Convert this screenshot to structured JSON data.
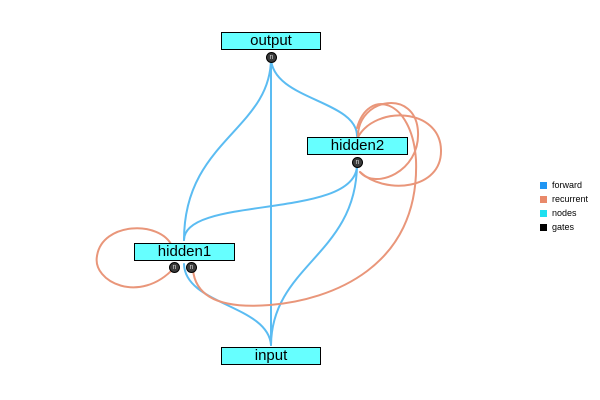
{
  "nodes": {
    "output": {
      "label": "output",
      "port_label": "n"
    },
    "hidden2": {
      "label": "hidden2",
      "port_label": "n"
    },
    "hidden1": {
      "label": "hidden1",
      "port_labels": [
        "n",
        "n"
      ]
    },
    "input": {
      "label": "input"
    }
  },
  "legend": [
    {
      "label": "forward",
      "color": "#2196f3"
    },
    {
      "label": "recurrent",
      "color": "#e9896a"
    },
    {
      "label": "nodes",
      "color": "#1ee0f0"
    },
    {
      "label": "gates",
      "color": "#000000"
    }
  ],
  "colors": {
    "node_fill": "#66ffff",
    "forward_edge": "#5bbcf2",
    "recurrent_edge": "#e9967a",
    "port_fill": "#3a3a3a"
  }
}
